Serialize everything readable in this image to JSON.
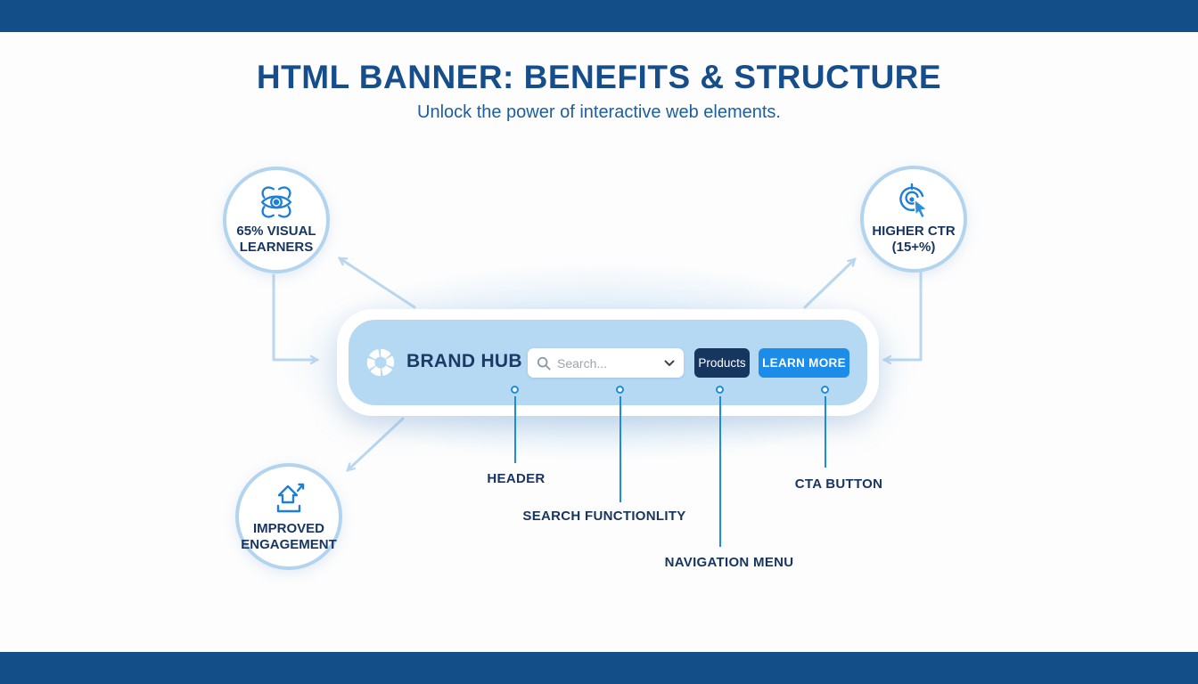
{
  "page": {
    "title": "HTML BANNER: BENEFITS & STRUCTURE",
    "subtitle": "Unlock the power of interactive web elements."
  },
  "colors": {
    "navy_bar": "#134e88",
    "title_blue": "#164e8c",
    "label_navy": "#17355e",
    "accent_blue": "#1d8ce0",
    "icon_blue": "#1d7fd6",
    "light_blue_arrow": "#b9d7ef",
    "circle_border": "#b3d4ee",
    "banner_bg": "#b6d9f3",
    "products_btn_bg": "#163660",
    "cta_btn_bg": "#1b8ce8"
  },
  "benefits": {
    "visual_learners": {
      "icon": "eye-icon",
      "line1": "65% VISUAL",
      "line2": "LEARNERS"
    },
    "higher_ctr": {
      "icon": "target-click-icon",
      "line1": "HIGHER CTR",
      "line2": "(15+%)"
    },
    "improved_engagement": {
      "icon": "upload-icon",
      "line1": "IMPROVED",
      "line2": "ENGAGEMENT"
    }
  },
  "banner": {
    "logo_icon": "pinwheel-logo-icon",
    "brand": "BRAND HUB",
    "search": {
      "icon": "search-icon",
      "placeholder": "Search...",
      "chevron": "chevron-down-icon"
    },
    "nav_button": "Products",
    "cta_button": "LEARN MORE"
  },
  "callouts": {
    "header": "HEADER",
    "search": "SEARCH FUNCTIONLITY",
    "navigation": "NAVIGATION MENU",
    "cta": "CTA BUTTON"
  }
}
